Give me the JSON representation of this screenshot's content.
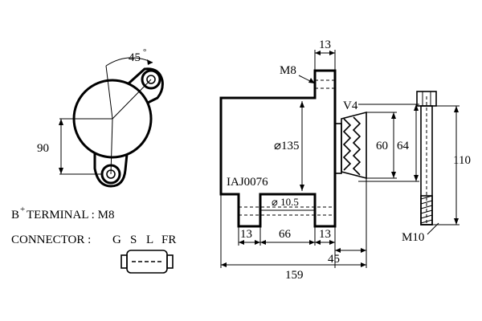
{
  "front_view": {
    "angle_label": "45",
    "degree_mark": "°",
    "height_dim": "90"
  },
  "spec": {
    "terminal_label": "B",
    "terminal_superscript": "+",
    "terminal_rest": "TERMINAL : M8",
    "connector_label": "CONNECTOR :",
    "pins": [
      "G",
      "S",
      "L",
      "FR"
    ]
  },
  "side_view": {
    "thread_top": "M8",
    "width_top": "13",
    "pulley_label": "V4",
    "diameter_body": "⌀135",
    "pulley_inner": "60",
    "pulley_outer": "64",
    "part_number": "IAJ0076",
    "hole_dia": "⌀ 10.5",
    "foot_left": "13",
    "foot_gap": "66",
    "foot_right": "13",
    "depth": "45",
    "overall": "159"
  },
  "bolt_view": {
    "length": "110",
    "thread": "M10"
  }
}
